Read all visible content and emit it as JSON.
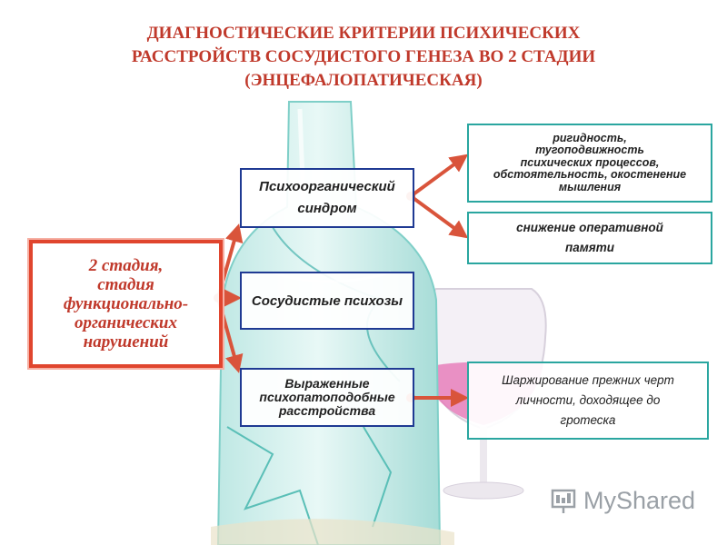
{
  "title": {
    "line1": "ДИАГНОСТИЧЕСКИЕ КРИТЕРИИ ПСИХИЧЕСКИХ",
    "line2": "РАССТРОЙСТВ СОСУДИСТОГО ГЕНЕЗА ВО 2 СТАДИИ",
    "line3": "(ЭНЦЕФАЛОПАТИЧЕСКАЯ)"
  },
  "stage": {
    "lines": [
      "2 стадия,",
      "стадия",
      "функционально-",
      "органических",
      "нарушений"
    ]
  },
  "syndromes": {
    "psychoorganic": [
      "Психоорганический",
      "синдром"
    ],
    "vascular": "Сосудистые психозы",
    "psychopathic": [
      "Выраженные",
      "психопатоподобные",
      "расстройства"
    ]
  },
  "criteria": {
    "rigidity": [
      "ригидность,",
      "тугоподвижность",
      "психических процессов,",
      "обстоятельность, окостенение",
      "мышления"
    ],
    "memory": [
      "снижение оперативной",
      "памяти"
    ],
    "caricature": [
      "Шаржирование прежних черт",
      "личности, доходящее до",
      "гротеска"
    ]
  },
  "watermark": {
    "text": "MyShared"
  },
  "colors": {
    "title": "#c0392b",
    "stage_border": "#e0452e",
    "arrow": "#d9543b",
    "mid_border": "#1f3a93",
    "right_border": "#2aa6a0"
  }
}
